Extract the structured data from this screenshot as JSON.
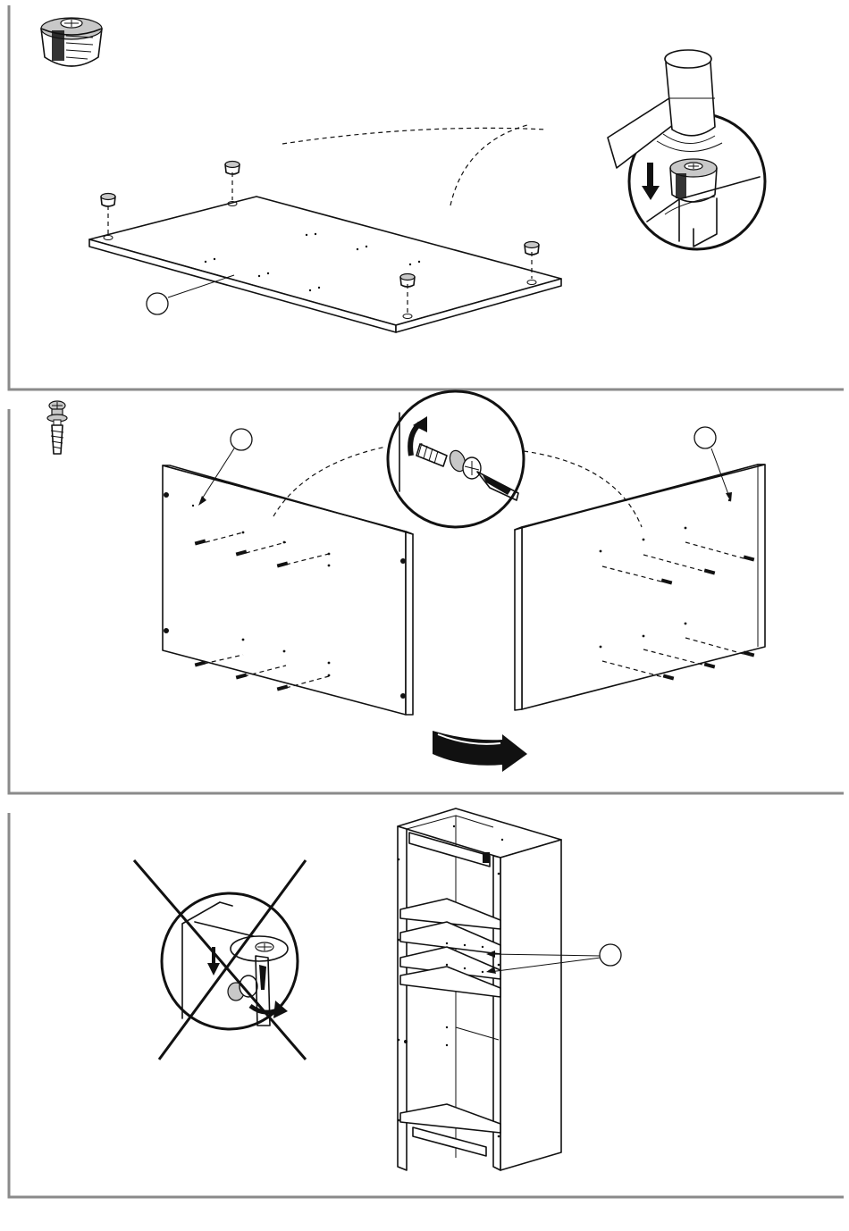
{
  "page": {
    "description_steps": 3
  },
  "steps": [
    {
      "id": "step-1",
      "hardware_icon": "cam-lock-icon",
      "detail_icons": [
        "hammer-icon",
        "down-arrow-icon"
      ],
      "callout_label": ""
    },
    {
      "id": "step-2",
      "hardware_icon": "cam-bolt-icon",
      "detail_icons": [
        "screwdriver-icon",
        "rotate-arrow-icon",
        "turn-over-arrow-icon"
      ],
      "callout_left_label": "",
      "callout_right_label": ""
    },
    {
      "id": "step-3",
      "detail_icons": [
        "wrong-cross-icon",
        "cam-tighten-arrow-icon"
      ],
      "callout_label": ""
    }
  ],
  "colors": {
    "frame": "#8a8a8a",
    "ink": "#111111",
    "background": "#ffffff"
  }
}
